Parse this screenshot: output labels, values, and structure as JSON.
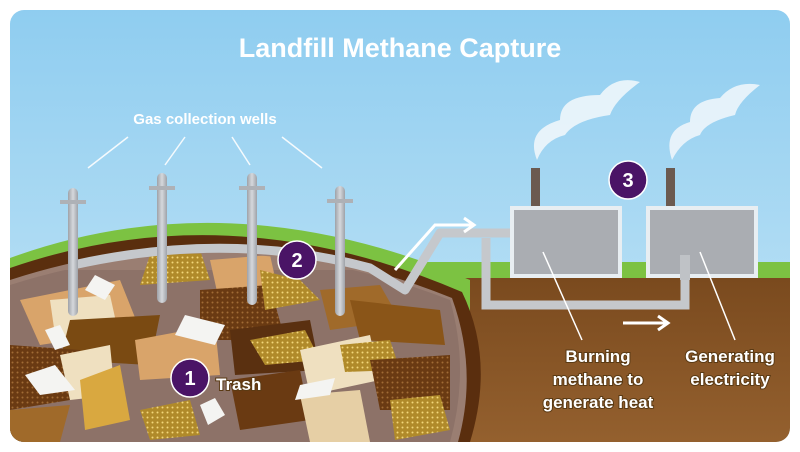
{
  "title": "Landfill Methane Capture",
  "labels": {
    "wells": "Gas collection wells",
    "trash": "Trash",
    "burning": [
      "Burning",
      "methane to",
      "generate heat"
    ],
    "electricity": [
      "Generating",
      "electricity"
    ]
  },
  "badges": [
    "1",
    "2",
    "3"
  ],
  "colors": {
    "sky": "#a8d8f2",
    "grass": "#7cc242",
    "soil": "#8b5a2b",
    "pipe": "#b9bcc2",
    "badge": "#4a1466"
  }
}
